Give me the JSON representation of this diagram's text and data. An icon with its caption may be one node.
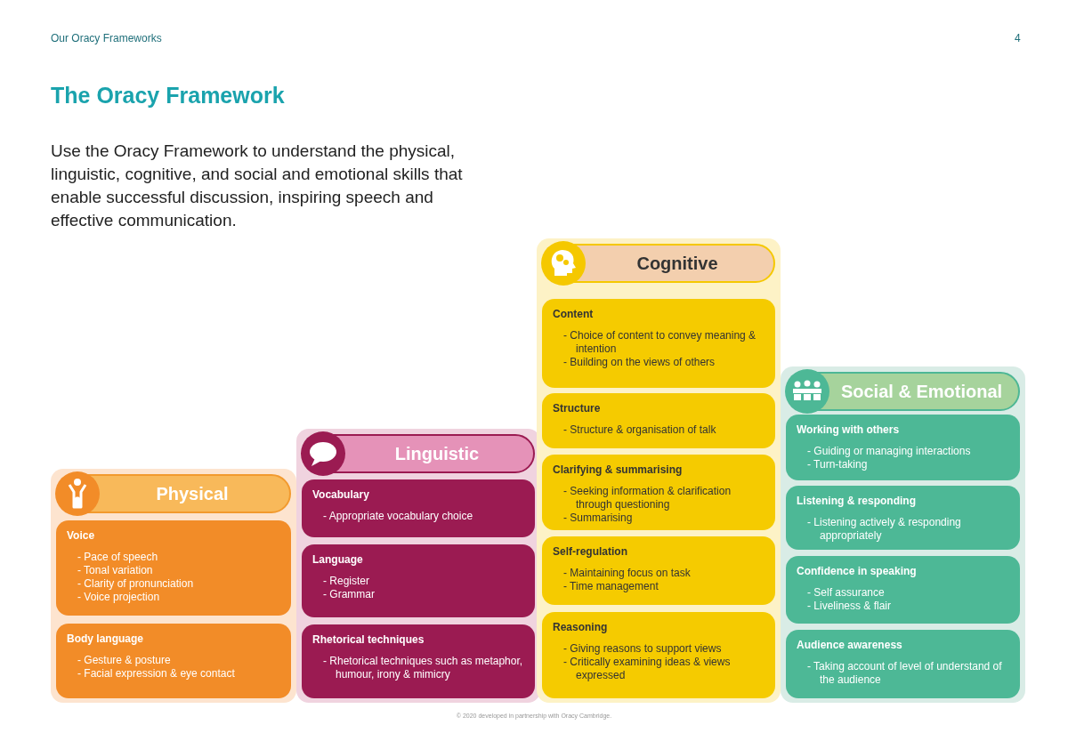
{
  "diagram": {
    "title": "The Oracy Framework",
    "nodes": [
      {
        "text": [
          "Physical"
        ]
      },
      {
        "text": [
          "Voice",
          "- Pace of speech",
          "- Tonal variation",
          "- Clarity of pronunciation",
          "- Voice projection"
        ],
        "in": 0
      },
      {
        "text": [
          "Body language",
          "- Gesture & posture",
          "- Facial expression & eye contact"
        ],
        "in": 0
      },
      {
        "text": [
          "Linguistic"
        ]
      },
      {
        "text": [
          "Vocabulary",
          "- Appropriate vocabulary choice"
        ],
        "in": 3
      },
      {
        "text": [
          "Language",
          "- Register",
          "- Grammar"
        ],
        "in": 3
      },
      {
        "text": [
          "Rhetorical techniques",
          "- Rhetorical techniques such as metaphor, humour, irony & mimicry"
        ],
        "in": 3
      },
      {
        "text": [
          "Cognitive"
        ]
      },
      {
        "text": [
          "Content",
          "- Choice of content to convey meaning & intention",
          "- Building on the views of others"
        ],
        "in": 7
      },
      {
        "text": [
          "Structure",
          "- Structure & organisation of talk"
        ],
        "in": 7
      },
      {
        "text": [
          "Clarifying & summarising",
          "- Seeking information & clarification through questioning",
          "- Summarising"
        ],
        "in": 7
      },
      {
        "text": [
          "Self-regulation",
          "- Maintaining focus on task",
          "- Time management"
        ],
        "in": 7
      },
      {
        "text": [
          "Reasoning",
          "- Giving reasons to support views",
          "- Critically examining ideas & views expressed"
        ],
        "in": 7
      },
      {
        "text": [
          "Social & Emotional"
        ]
      },
      {
        "text": [
          "Working with others",
          "- Guiding or managing interactions",
          "- Turn-taking"
        ],
        "in": 13
      },
      {
        "text": [
          "Listening & responding",
          "- Listening actively & responding appropriately"
        ],
        "in": 13
      },
      {
        "text": [
          "Confidence in speaking",
          "- Self assurance",
          "- Liveliness & flair"
        ],
        "in": 13
      },
      {
        "text": [
          "Audience awareness",
          "- Taking account of level of understand of the audience"
        ],
        "in": 13
      }
    ],
    "labels": [
      "Our Oracy Frameworks",
      "4",
      "Use the Oracy Framework to understand the physical, linguistic, cognitive, and social and emotional skills that enable successful discussion, inspiring speech and effective communication.",
      "© 2020 developed in partnership with Oracy Cambridge."
    ]
  }
}
